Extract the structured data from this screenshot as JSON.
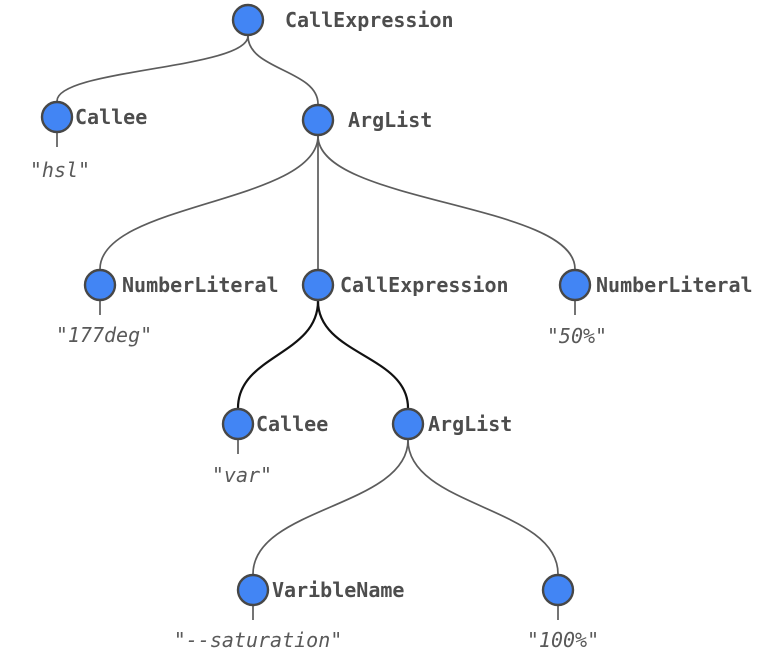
{
  "diagram": {
    "colors": {
      "node_fill": "#4285f4",
      "node_border": "#474747",
      "edge": "#5c5c5c",
      "edge_emphasis": "#111111",
      "label_text": "#4d4d4d",
      "value_text": "#595959",
      "background": "#ffffff"
    },
    "nodes": [
      {
        "id": "call-expression-root",
        "label": "CallExpression",
        "value": ""
      },
      {
        "id": "callee-outer",
        "label": "Callee",
        "value": "\"hsl\""
      },
      {
        "id": "arg-list-outer",
        "label": "ArgList",
        "value": ""
      },
      {
        "id": "number-literal-left",
        "label": "NumberLiteral",
        "value": "\"177deg\""
      },
      {
        "id": "call-expression-inner",
        "label": "CallExpression",
        "value": ""
      },
      {
        "id": "number-literal-right",
        "label": "NumberLiteral",
        "value": "\"50%\""
      },
      {
        "id": "callee-inner",
        "label": "Callee",
        "value": "\"var\""
      },
      {
        "id": "arg-list-inner",
        "label": "ArgList",
        "value": ""
      },
      {
        "id": "varible-name",
        "label": "VaribleName",
        "value": "\"--saturation\""
      },
      {
        "id": "fallback-value",
        "label": "",
        "value": "\"100%\""
      }
    ],
    "edges": [
      {
        "from": "call-expression-root",
        "to": "callee-outer",
        "emphasis": false
      },
      {
        "from": "call-expression-root",
        "to": "arg-list-outer",
        "emphasis": false
      },
      {
        "from": "arg-list-outer",
        "to": "number-literal-left",
        "emphasis": false
      },
      {
        "from": "arg-list-outer",
        "to": "call-expression-inner",
        "emphasis": false
      },
      {
        "from": "arg-list-outer",
        "to": "number-literal-right",
        "emphasis": false
      },
      {
        "from": "call-expression-inner",
        "to": "callee-inner",
        "emphasis": true
      },
      {
        "from": "call-expression-inner",
        "to": "arg-list-inner",
        "emphasis": true
      },
      {
        "from": "arg-list-inner",
        "to": "varible-name",
        "emphasis": false
      },
      {
        "from": "arg-list-inner",
        "to": "fallback-value",
        "emphasis": false
      }
    ]
  }
}
